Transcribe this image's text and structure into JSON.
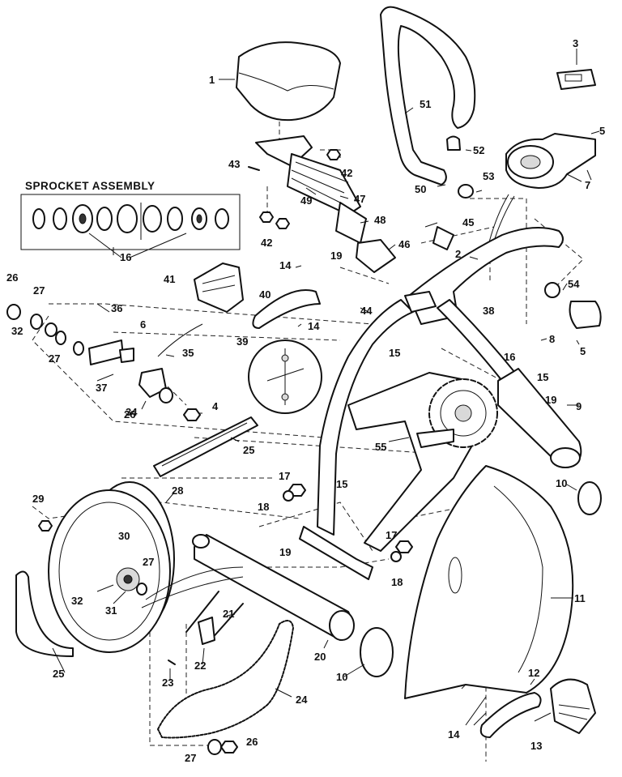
{
  "section_title": "SPROCKET ASSEMBLY",
  "callouts": [
    {
      "id": "c1",
      "text": "1"
    },
    {
      "id": "c2",
      "text": "2"
    },
    {
      "id": "c3",
      "text": "3"
    },
    {
      "id": "c4",
      "text": "4"
    },
    {
      "id": "c5a",
      "text": "5"
    },
    {
      "id": "c5b",
      "text": "5"
    },
    {
      "id": "c6",
      "text": "6"
    },
    {
      "id": "c7",
      "text": "7"
    },
    {
      "id": "c8",
      "text": "8"
    },
    {
      "id": "c9",
      "text": "9"
    },
    {
      "id": "c10a",
      "text": "10"
    },
    {
      "id": "c10b",
      "text": "10"
    },
    {
      "id": "c11",
      "text": "11"
    },
    {
      "id": "c12",
      "text": "12"
    },
    {
      "id": "c13",
      "text": "13"
    },
    {
      "id": "c14a",
      "text": "14"
    },
    {
      "id": "c14b",
      "text": "14"
    },
    {
      "id": "c14c",
      "text": "14"
    },
    {
      "id": "c15a",
      "text": "15"
    },
    {
      "id": "c15b",
      "text": "15"
    },
    {
      "id": "c15c",
      "text": "15"
    },
    {
      "id": "c16a",
      "text": "16"
    },
    {
      "id": "c16b",
      "text": "16"
    },
    {
      "id": "c17a",
      "text": "17"
    },
    {
      "id": "c17b",
      "text": "17"
    },
    {
      "id": "c18a",
      "text": "18"
    },
    {
      "id": "c18b",
      "text": "18"
    },
    {
      "id": "c19a",
      "text": "19"
    },
    {
      "id": "c19b",
      "text": "19"
    },
    {
      "id": "c19c",
      "text": "19"
    },
    {
      "id": "c20",
      "text": "20"
    },
    {
      "id": "c21",
      "text": "21"
    },
    {
      "id": "c22",
      "text": "22"
    },
    {
      "id": "c23",
      "text": "23"
    },
    {
      "id": "c24",
      "text": "24"
    },
    {
      "id": "c25a",
      "text": "25"
    },
    {
      "id": "c25b",
      "text": "25"
    },
    {
      "id": "c26a",
      "text": "26"
    },
    {
      "id": "c26b",
      "text": "26"
    },
    {
      "id": "c26c",
      "text": "26"
    },
    {
      "id": "c27a",
      "text": "27"
    },
    {
      "id": "c27b",
      "text": "27"
    },
    {
      "id": "c27c",
      "text": "27"
    },
    {
      "id": "c27d",
      "text": "27"
    },
    {
      "id": "c28",
      "text": "28"
    },
    {
      "id": "c29",
      "text": "29"
    },
    {
      "id": "c30",
      "text": "30"
    },
    {
      "id": "c31",
      "text": "31"
    },
    {
      "id": "c32a",
      "text": "32"
    },
    {
      "id": "c32b",
      "text": "32"
    },
    {
      "id": "c34",
      "text": "34"
    },
    {
      "id": "c35",
      "text": "35"
    },
    {
      "id": "c36",
      "text": "36"
    },
    {
      "id": "c37",
      "text": "37"
    },
    {
      "id": "c38",
      "text": "38"
    },
    {
      "id": "c39",
      "text": "39"
    },
    {
      "id": "c40",
      "text": "40"
    },
    {
      "id": "c41",
      "text": "41"
    },
    {
      "id": "c42a",
      "text": "42"
    },
    {
      "id": "c42b",
      "text": "42"
    },
    {
      "id": "c43",
      "text": "43"
    },
    {
      "id": "c44",
      "text": "44"
    },
    {
      "id": "c45",
      "text": "45"
    },
    {
      "id": "c46",
      "text": "46"
    },
    {
      "id": "c47",
      "text": "47"
    },
    {
      "id": "c48",
      "text": "48"
    },
    {
      "id": "c49",
      "text": "49"
    },
    {
      "id": "c50",
      "text": "50"
    },
    {
      "id": "c51",
      "text": "51"
    },
    {
      "id": "c52",
      "text": "52"
    },
    {
      "id": "c53",
      "text": "53"
    },
    {
      "id": "c54",
      "text": "54"
    },
    {
      "id": "c55",
      "text": "55"
    }
  ]
}
